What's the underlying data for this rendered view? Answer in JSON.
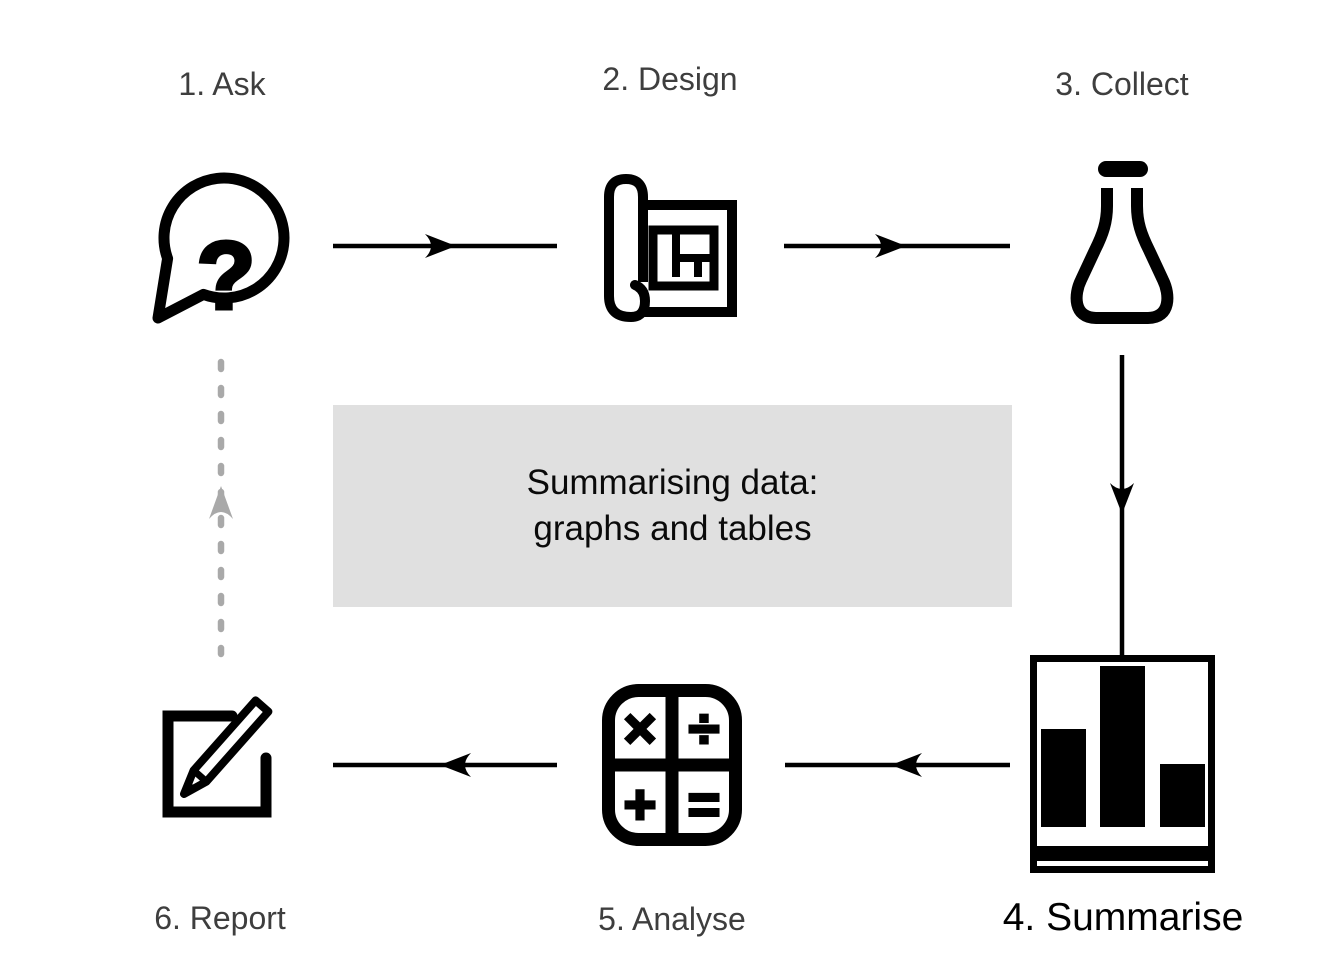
{
  "steps": [
    {
      "label": "1. Ask",
      "icon": "question-speech-bubble-icon"
    },
    {
      "label": "2. Design",
      "icon": "blueprint-icon"
    },
    {
      "label": "3. Collect",
      "icon": "flask-icon"
    },
    {
      "label": "4. Summarise",
      "icon": "bar-chart-icon",
      "highlighted": true
    },
    {
      "label": "5. Analyse",
      "icon": "calculator-icon"
    },
    {
      "label": "6. Report",
      "icon": "edit-pencil-icon"
    }
  ],
  "center_box": {
    "line1": "Summarising data:",
    "line2": "graphs and tables"
  },
  "glyphs": {
    "question_mark": "?",
    "multiply": "×",
    "divide": "÷",
    "plus": "+",
    "equals": "="
  },
  "flow": [
    {
      "from": "1. Ask",
      "to": "2. Design",
      "style": "solid"
    },
    {
      "from": "2. Design",
      "to": "3. Collect",
      "style": "solid"
    },
    {
      "from": "3. Collect",
      "to": "4. Summarise",
      "style": "solid"
    },
    {
      "from": "4. Summarise",
      "to": "5. Analyse",
      "style": "solid"
    },
    {
      "from": "5. Analyse",
      "to": "6. Report",
      "style": "solid"
    },
    {
      "from": "6. Report",
      "to": "1. Ask",
      "style": "dashed"
    }
  ],
  "colors": {
    "ink": "#000000",
    "label_gray": "#3e3e3e",
    "highlight_label": "#000000",
    "dashed_gray": "#a9a9a9",
    "box_bg": "#e0e0e0",
    "background": "#ffffff"
  }
}
